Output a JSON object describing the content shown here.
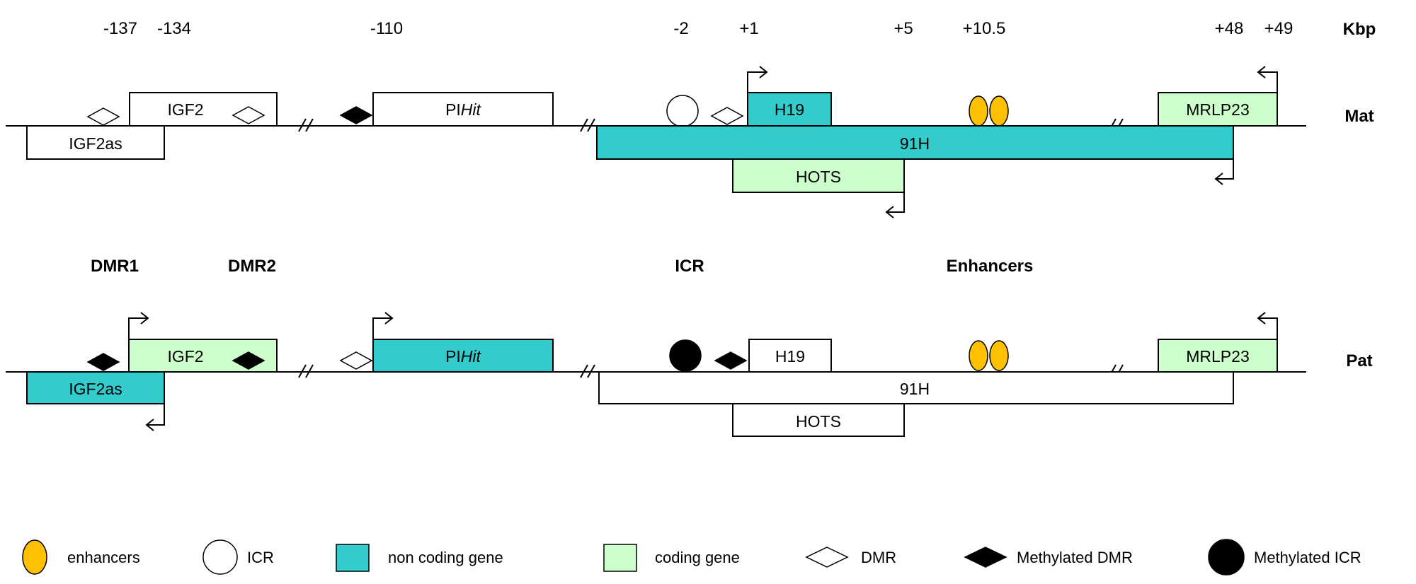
{
  "coords": {
    "c137": "-137",
    "c134": "-134",
    "c110": "-110",
    "c2": "-2",
    "p1": "+1",
    "p5": "+5",
    "p105": "+10.5",
    "p48": "+48",
    "p49": "+49",
    "unit": "Kbp"
  },
  "rows": {
    "mat": "Mat",
    "pat": "Pat"
  },
  "regions": {
    "dmr1": "DMR1",
    "dmr2": "DMR2",
    "icr": "ICR",
    "enhancers": "Enhancers"
  },
  "genes": {
    "igf2": "IGF2",
    "igf2as": "IGF2as",
    "pihit_prefix": "PI",
    "pihit_italic": "Hit",
    "h19": "H19",
    "h91": "91H",
    "hots": "HOTS",
    "mrlp23": "MRLP23"
  },
  "legend": {
    "enhancers": "enhancers",
    "icr": "ICR",
    "non_coding": "non coding gene",
    "coding": "coding gene",
    "dmr": "DMR",
    "methylated_dmr": "Methylated DMR",
    "methylated_icr": "Methylated ICR"
  },
  "colors": {
    "non_coding": "#33CCCC",
    "coding": "#CCFFCC",
    "enhancer": "#FFC000",
    "unexpressed": "#FFFFFF",
    "methylated": "#000000"
  }
}
